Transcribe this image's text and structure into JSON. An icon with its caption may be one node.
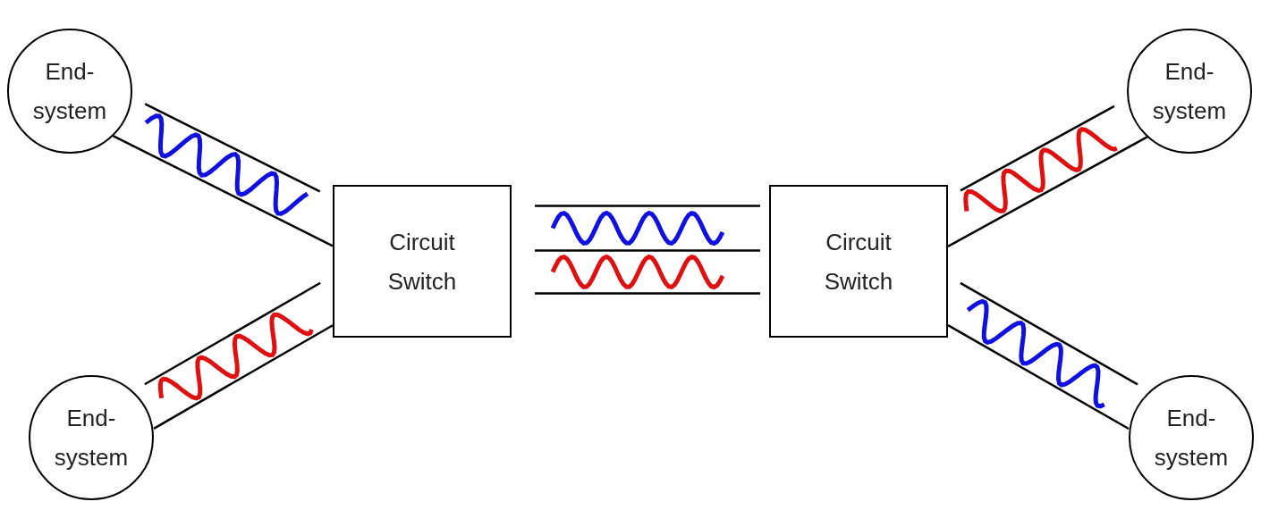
{
  "diagram": {
    "nodes": [
      {
        "text": [
          "End-system"
        ]
      },
      {
        "text": [
          "End-system"
        ]
      },
      {
        "text": [
          "Circuit Switch"
        ]
      },
      {
        "text": [
          "Circuit Switch"
        ]
      },
      {
        "text": [
          "End-system"
        ]
      },
      {
        "text": [
          "End-system"
        ]
      }
    ],
    "edges": [
      {
        "from": 0,
        "to": 2,
        "arrow": "none"
      },
      {
        "from": 4,
        "to": 2,
        "arrow": "none"
      },
      {
        "from": 2,
        "to": 3,
        "arrow": "none"
      },
      {
        "from": 3,
        "to": 1,
        "arrow": "none"
      },
      {
        "from": 3,
        "to": 5,
        "arrow": "none"
      }
    ]
  }
}
